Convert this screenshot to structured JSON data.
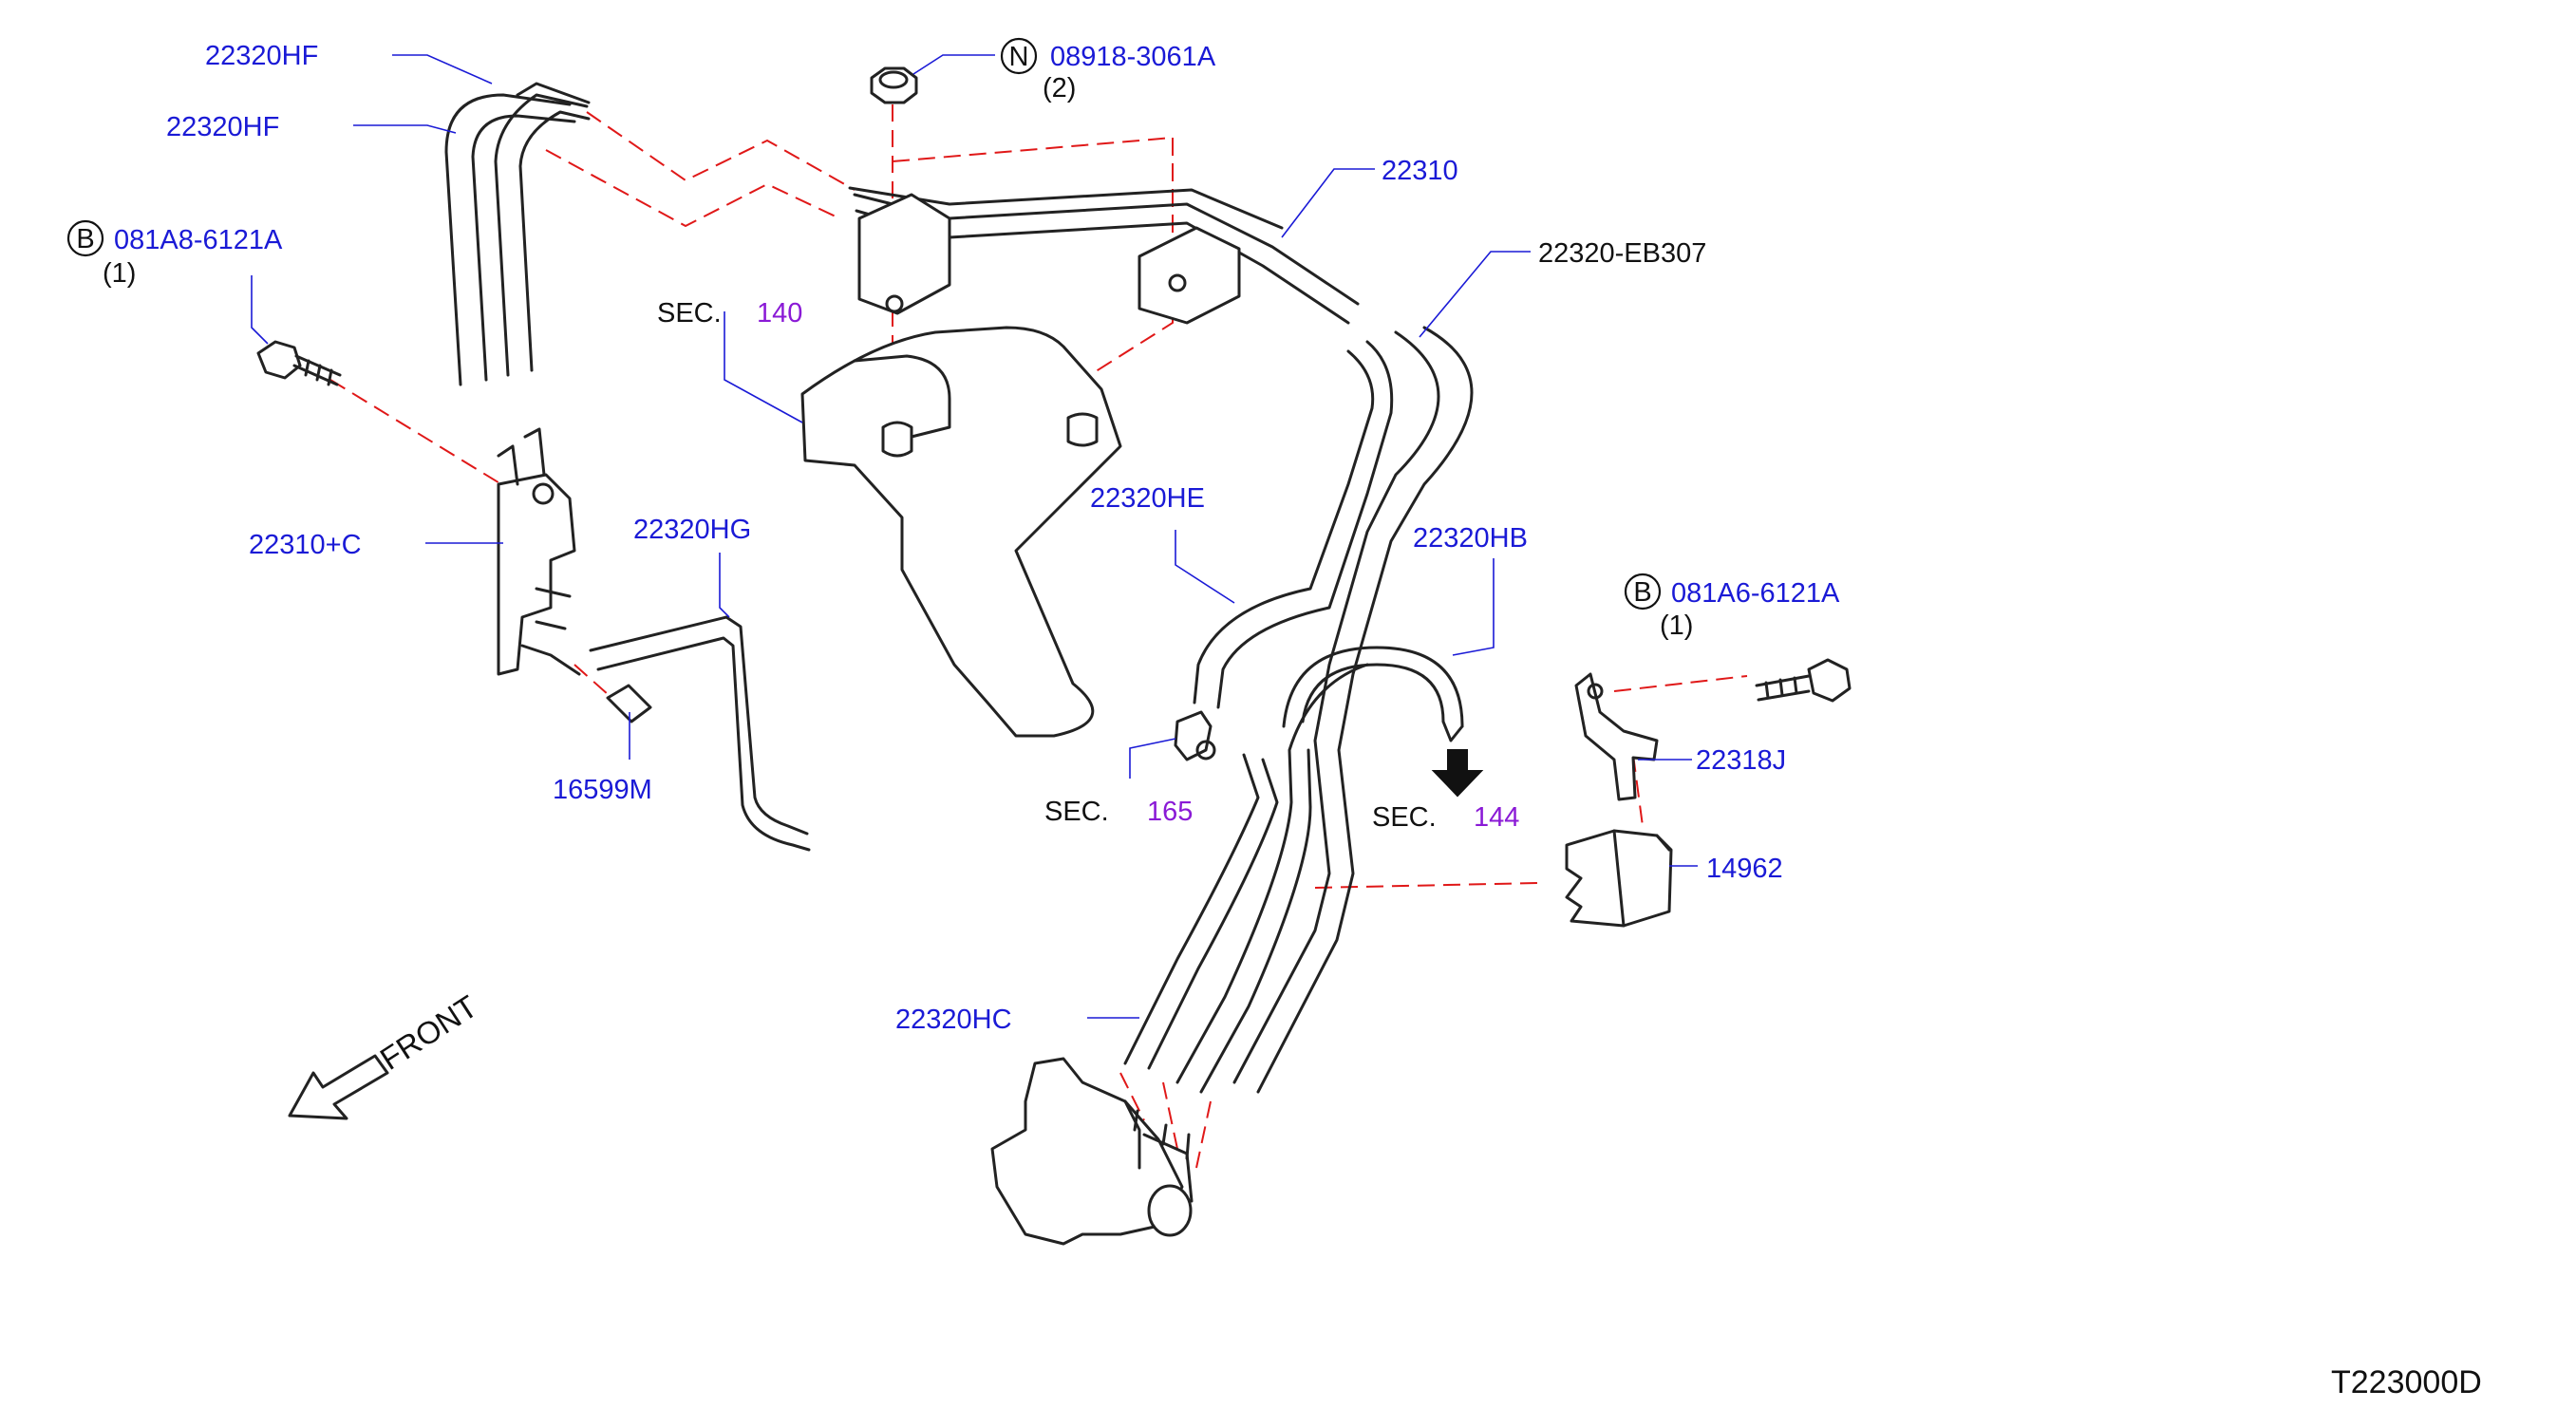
{
  "labels": {
    "hose_hf_top": "22320HF",
    "hose_hf_lower": "22320HF",
    "nut_part": "08918-3061A",
    "nut_qty": "(2)",
    "nut_prefix": "N",
    "bolt_left_part": "081A8-6121A",
    "bolt_left_qty": "(1)",
    "bolt_left_prefix": "B",
    "tube_assy": "22310",
    "hose_eb307": "22320-EB307",
    "sec_140_word": "SEC.",
    "sec_140_num": "140",
    "bracket_c": "22310+C",
    "hose_hg": "22320HG",
    "hose_he": "22320HE",
    "hose_hb": "22320HB",
    "bolt_right_part": "081A6-6121A",
    "bolt_right_qty": "(1)",
    "bolt_right_prefix": "B",
    "bracket_j": "22318J",
    "plug": "16599M",
    "sec_165_word": "SEC.",
    "sec_165_num": "165",
    "sec_144_word": "SEC.",
    "sec_144_num": "144",
    "valve": "14962",
    "hose_hc": "22320HC",
    "front": "FRONT",
    "diagram_id": "T223000D"
  },
  "colors": {
    "part_number": "#1a1ad6",
    "section_ref": "#8a1ad6",
    "text": "#111111",
    "dashed_guide": "#e01818",
    "outline": "#222222"
  }
}
